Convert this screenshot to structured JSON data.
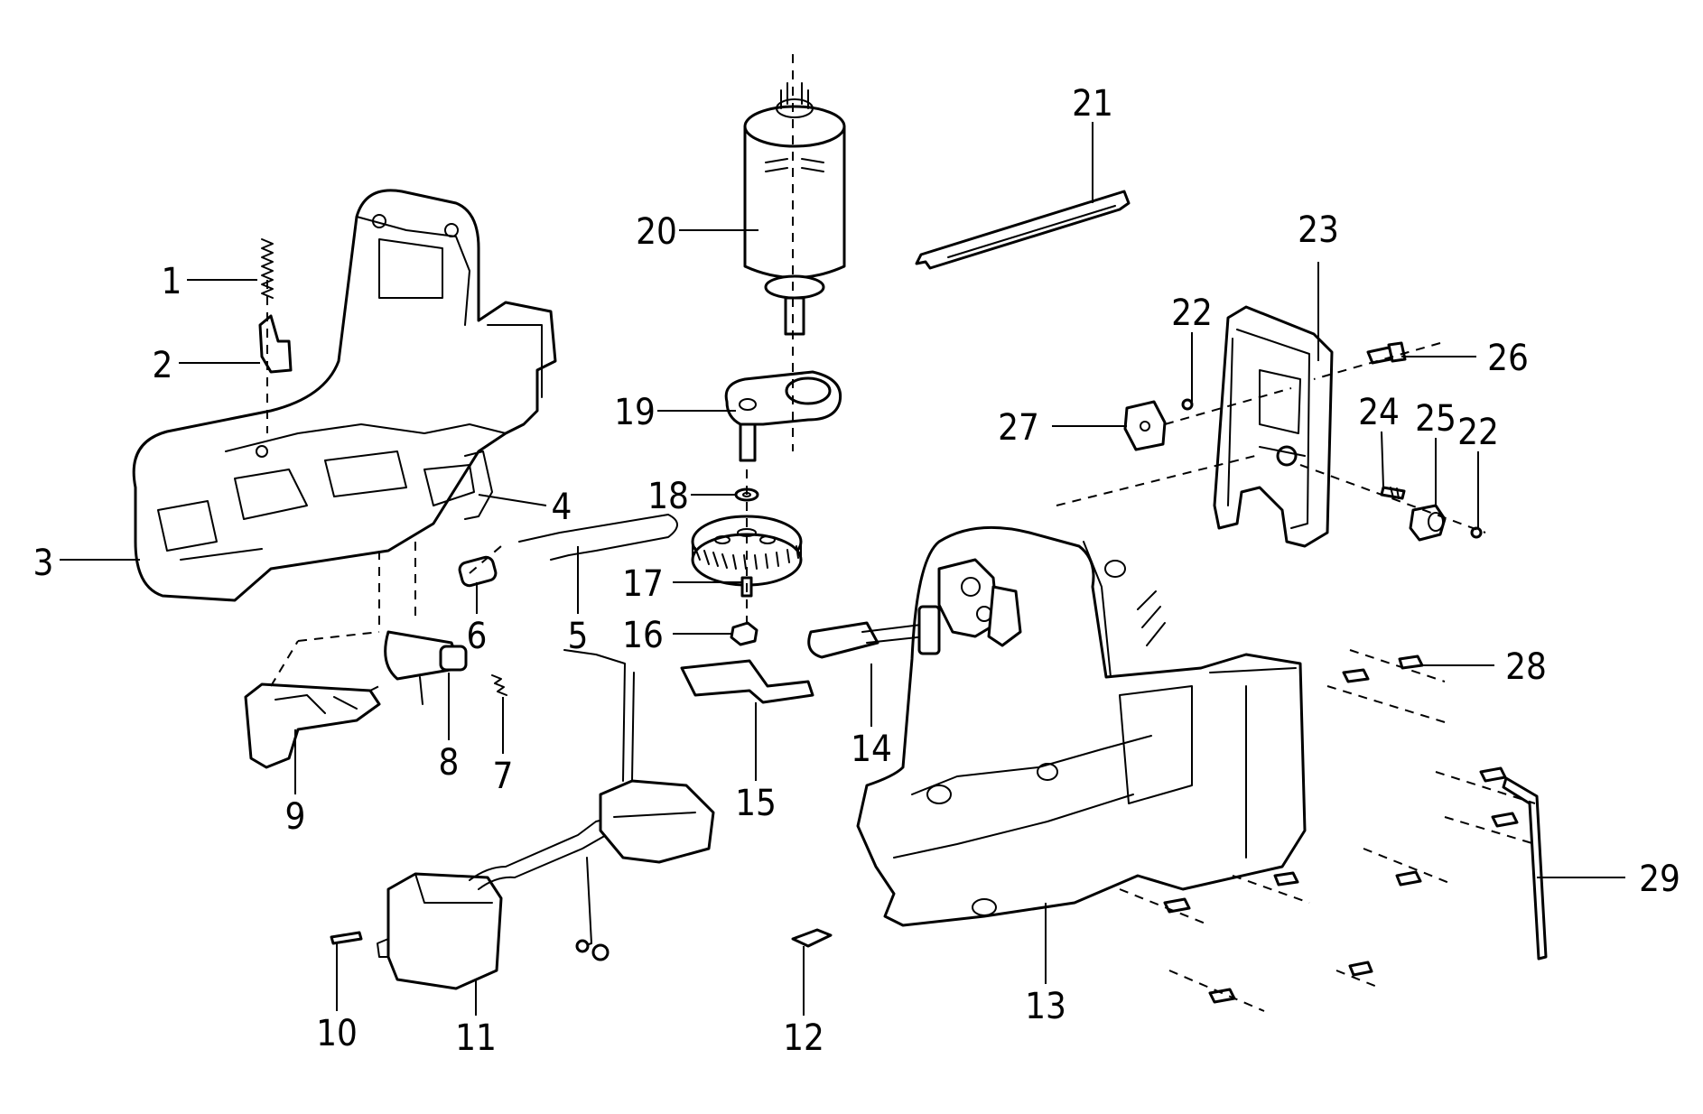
{
  "callouts": [
    "1",
    "2",
    "3",
    "4",
    "5",
    "6",
    "7",
    "8",
    "9",
    "10",
    "11",
    "12",
    "13",
    "14",
    "15",
    "16",
    "17",
    "18",
    "19",
    "20",
    "21",
    "22",
    "22",
    "23",
    "24",
    "25",
    "26",
    "27",
    "28",
    "29"
  ],
  "colors": {
    "ink": "#000000",
    "paper": "#ffffff"
  }
}
